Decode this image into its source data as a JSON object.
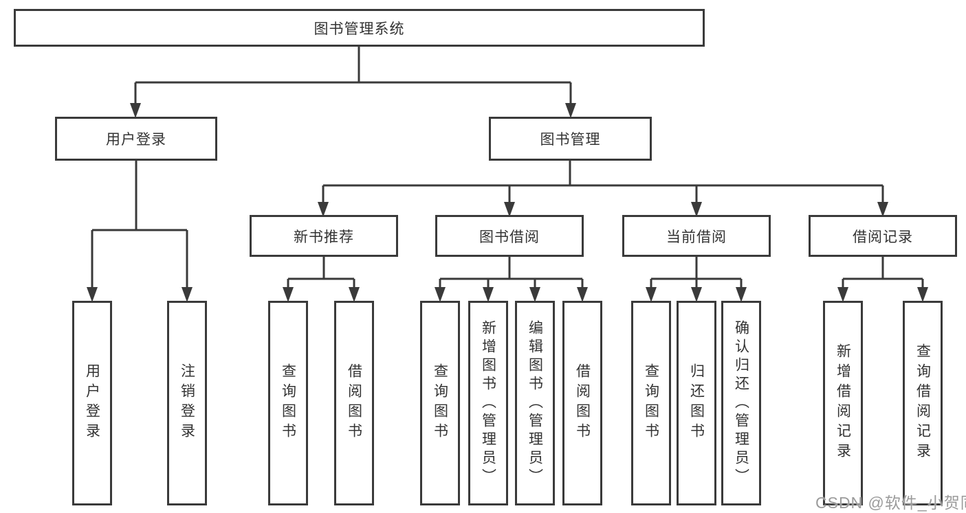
{
  "diagram": {
    "root": "图书管理系统",
    "level2": {
      "user_login": "用户登录",
      "book_mgmt": "图书管理"
    },
    "level3": {
      "new_book": "新书推荐",
      "book_borrow": "图书借阅",
      "current_borrow": "当前借阅",
      "borrow_record": "借阅记录"
    },
    "leaves": {
      "user_login": [
        "用户登录",
        "注销登录"
      ],
      "new_book": [
        "查询图书",
        "借阅图书"
      ],
      "book_borrow": [
        "查询图书",
        "新增图书（管理员）",
        "编辑图书（管理员）",
        "借阅图书"
      ],
      "current_borrow": [
        "查询图书",
        "归还图书",
        "确认归还（管理员）"
      ],
      "borrow_record": [
        "新增借阅记录",
        "查询借阅记录"
      ]
    },
    "watermark": "CSDN @软件_小贺同学",
    "colors": {
      "line": "#3a3a3a",
      "text": "#333333",
      "background": "#ffffff",
      "watermark": "#9b9b9b"
    }
  }
}
